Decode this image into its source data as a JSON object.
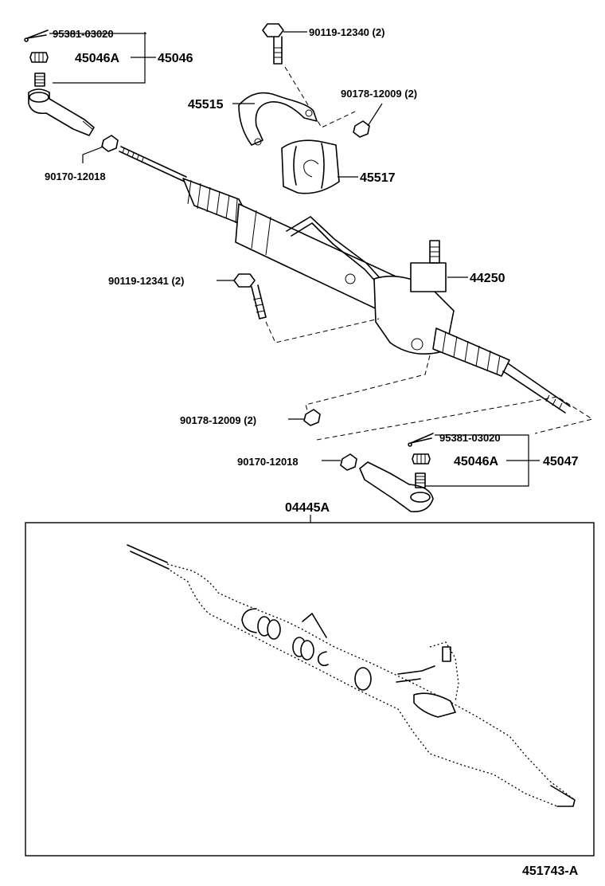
{
  "diagram": {
    "code": "451743-A",
    "labels": {
      "cotter_pin_l": "95381-03020",
      "nut_a_l": "45046A",
      "tie_rod_end_l": "45046",
      "bolt_top": "90119-12340 (2)",
      "nut_top": "90178-12009 (2)",
      "bracket": "45515",
      "bushing": "45517",
      "locknut_l": "90170-12018",
      "bolt_mid": "90119-12341 (2)",
      "gear_assy": "44250",
      "nut_bot": "90178-12009 (2)",
      "cotter_pin_r": "95381-03020",
      "locknut_r": "90170-12018",
      "nut_a_r": "45046A",
      "tie_rod_end_r": "45047",
      "kit": "04445A"
    }
  }
}
